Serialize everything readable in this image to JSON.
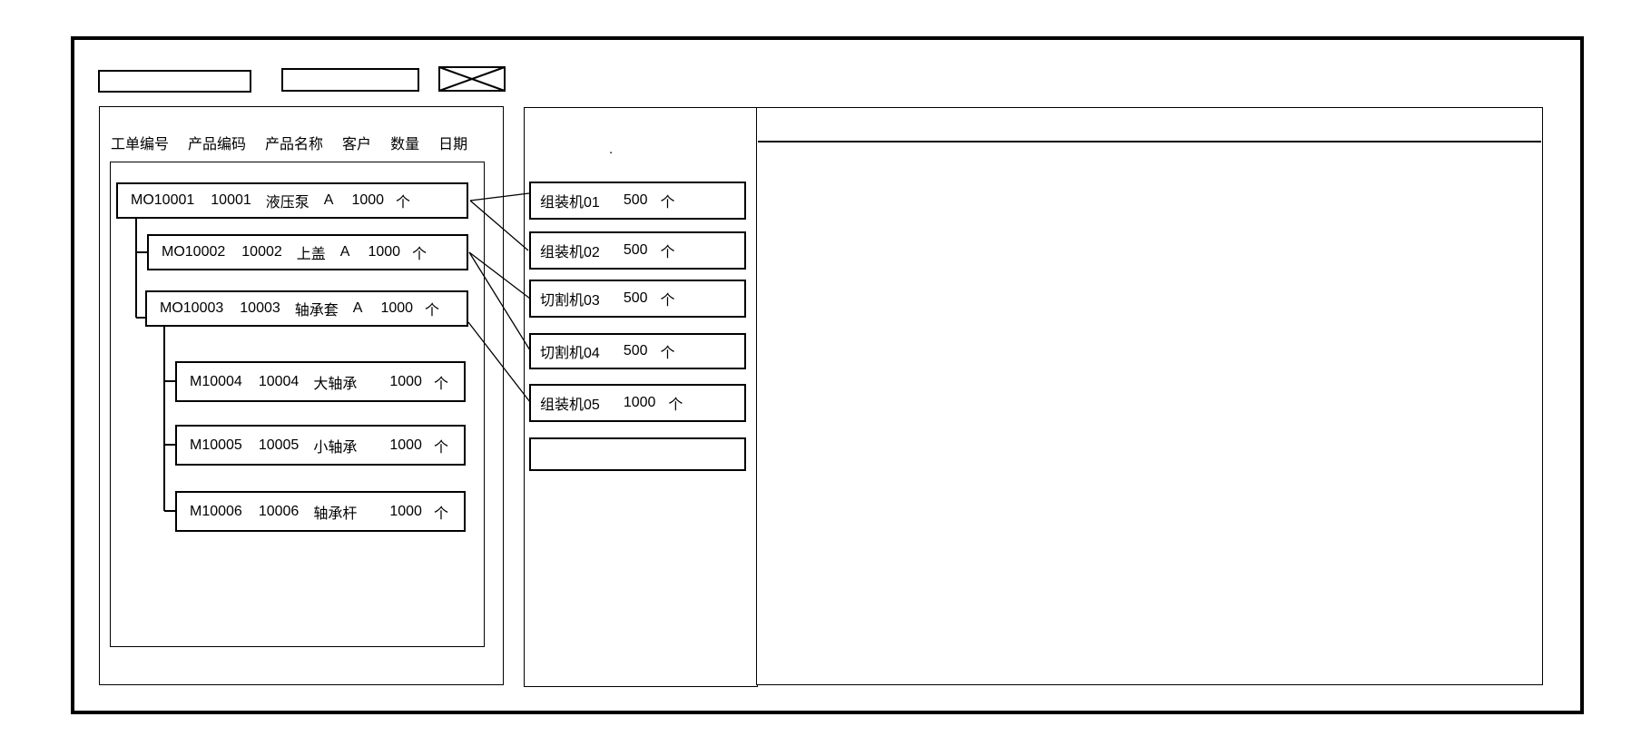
{
  "page": {
    "background": "#ffffff",
    "line_color": "#000000"
  },
  "toolbar": {
    "field1_value": "",
    "field2_value": "",
    "close_box": "crossed-rectangle"
  },
  "left_panel": {
    "columns": [
      "工单编号",
      "产品编码",
      "产品名称",
      "客户",
      "数量",
      "日期"
    ],
    "orders": [
      {
        "id": "MO10001",
        "code": "10001",
        "name": "液压泵",
        "customer": "A",
        "qty": "1000",
        "unit": "个"
      },
      {
        "id": "MO10002",
        "code": "10002",
        "name": "上盖",
        "customer": "A",
        "qty": "1000",
        "unit": "个"
      },
      {
        "id": "MO10003",
        "code": "10003",
        "name": "轴承套",
        "customer": "A",
        "qty": "1000",
        "unit": "个"
      },
      {
        "id": "M10004",
        "code": "10004",
        "name": "大轴承",
        "customer": "",
        "qty": "1000",
        "unit": "个"
      },
      {
        "id": "M10005",
        "code": "10005",
        "name": "小轴承",
        "customer": "",
        "qty": "1000",
        "unit": "个"
      },
      {
        "id": "M10006",
        "code": "10006",
        "name": "轴承杆",
        "customer": "",
        "qty": "1000",
        "unit": "个"
      }
    ]
  },
  "middle_panel": {
    "dot": ".",
    "machines": [
      {
        "name": "组装机01",
        "qty": "500",
        "unit": "个"
      },
      {
        "name": "组装机02",
        "qty": "500",
        "unit": "个"
      },
      {
        "name": "切割机03",
        "qty": "500",
        "unit": "个"
      },
      {
        "name": "切割机04",
        "qty": "500",
        "unit": "个"
      },
      {
        "name": "组装机05",
        "qty": "1000",
        "unit": "个"
      },
      {
        "name": "",
        "qty": "",
        "unit": ""
      }
    ]
  },
  "connections": [
    {
      "from": "MO10001",
      "to": "组装机01"
    },
    {
      "from": "MO10001",
      "to": "组装机02"
    },
    {
      "from": "MO10002",
      "to": "切割机03"
    },
    {
      "from": "MO10002",
      "to": "切割机04"
    },
    {
      "from": "MO10003",
      "to": "组装机05"
    }
  ],
  "right_panel": {
    "content": ""
  }
}
